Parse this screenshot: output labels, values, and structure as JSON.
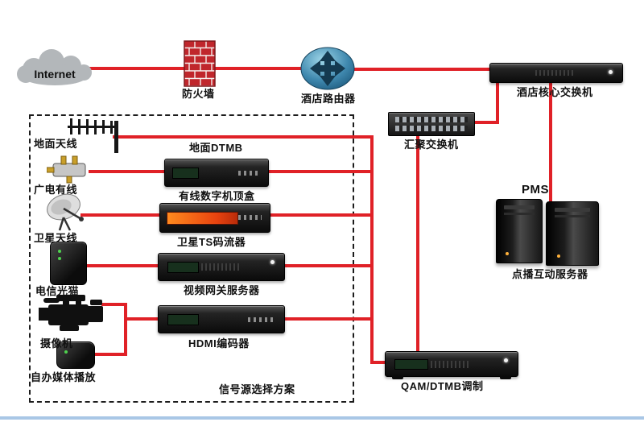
{
  "page": {
    "bg": "#ffffff",
    "wire_color": "#e02127",
    "text_color": "#101010"
  },
  "icons": {
    "internet": "cloud-icon",
    "firewall": "brick-wall-icon",
    "router": "router-globe-arrows-icon",
    "terrestrial_antenna": "yagi-antenna-icon",
    "cable_tv": "coax-splitter-icon",
    "satellite_antenna": "satellite-dish-icon",
    "telecom_modem": "modem-box-icon",
    "camera": "video-camera-icon",
    "self_media": "media-player-box-icon"
  },
  "nodes": {
    "internet": {
      "label": "Internet"
    },
    "firewall": {
      "label": "防火墙"
    },
    "router": {
      "label": "酒店路由器"
    },
    "core_switch": {
      "label": "酒店核心交换机"
    },
    "agg_switch": {
      "label": "汇聚交换机"
    },
    "pms": {
      "label": "PMS"
    },
    "vod_server": {
      "label": "点播互动服务器"
    },
    "terrestrial_antenna": {
      "label": "地面天线"
    },
    "terrestrial_dtmb": {
      "label": "地面DTMB"
    },
    "cable_tv": {
      "label": "广电有线"
    },
    "cable_stb": {
      "label": "有线数字机顶盒"
    },
    "satellite_antenna": {
      "label": "卫星天线"
    },
    "satellite_ts": {
      "label": "卫星TS码流器"
    },
    "telecom_modem": {
      "label": "电信光猫"
    },
    "video_gateway": {
      "label": "视频网关服务器"
    },
    "camera": {
      "label": "摄像机"
    },
    "hdmi_encoder": {
      "label": "HDMI编码器"
    },
    "self_media": {
      "label": "自办媒体播放"
    },
    "qam_dtmb": {
      "label": "QAM/DTMB调制"
    },
    "group_title": {
      "label": "信号源选择方案"
    }
  }
}
